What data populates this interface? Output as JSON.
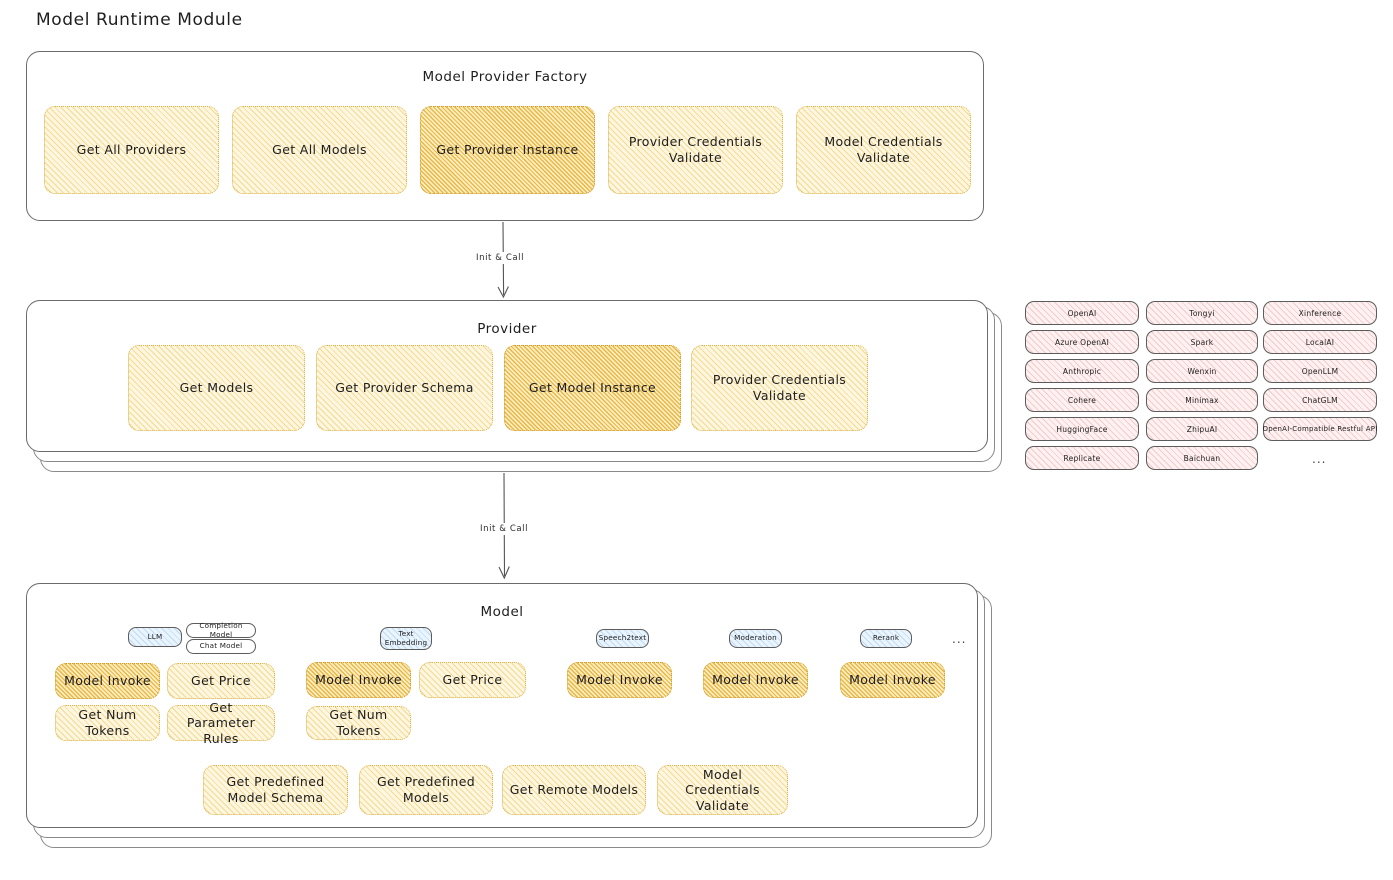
{
  "page": {
    "title": "Model Runtime Module"
  },
  "colors": {
    "node_fill": "#fdf6e0",
    "node_fill_highlight": "#fbeec2",
    "node_stroke": "#d8b24a",
    "provider_chip_fill": "#fdf1f1",
    "badge_blue_fill": "#eaf4fd",
    "card_stroke": "#6b6b6b",
    "text": "#1e1e1e"
  },
  "factory": {
    "title": "Model Provider Factory",
    "nodes": [
      {
        "label": "Get All Providers",
        "highlight": false
      },
      {
        "label": "Get All Models",
        "highlight": false
      },
      {
        "label": "Get Provider Instance",
        "highlight": true
      },
      {
        "label": "Provider Credentials Validate",
        "highlight": false
      },
      {
        "label": "Model Credentials Validate",
        "highlight": false
      }
    ]
  },
  "arrow1": {
    "label": "Init & Call"
  },
  "provider": {
    "title": "Provider",
    "nodes": [
      {
        "label": "Get Models",
        "highlight": false
      },
      {
        "label": "Get Provider Schema",
        "highlight": false
      },
      {
        "label": "Get Model Instance",
        "highlight": true
      },
      {
        "label": "Provider Credentials Validate",
        "highlight": false
      }
    ]
  },
  "arrow2": {
    "label": "Init & Call"
  },
  "provider_list": {
    "columns": [
      [
        "OpenAI",
        "Azure OpenAI",
        "Anthropic",
        "Cohere",
        "HuggingFace",
        "Replicate"
      ],
      [
        "Tongyi",
        "Spark",
        "Wenxin",
        "Minimax",
        "ZhipuAI",
        "Baichuan"
      ],
      [
        "Xinference",
        "LocalAI",
        "OpenLLM",
        "ChatGLM",
        "OpenAI-Compatible Restful API"
      ]
    ],
    "more": "..."
  },
  "model": {
    "title": "Model",
    "more": "...",
    "types": [
      {
        "badge": "LLM",
        "sub_badges": [
          "Completion Model",
          "Chat Model"
        ],
        "nodes": [
          {
            "label": "Model Invoke",
            "highlight": true
          },
          {
            "label": "Get Price",
            "highlight": false
          },
          {
            "label": "Get Num Tokens",
            "highlight": false
          },
          {
            "label": "Get Parameter Rules",
            "highlight": false
          }
        ]
      },
      {
        "badge": "Text Embedding",
        "sub_badges": [],
        "nodes": [
          {
            "label": "Model Invoke",
            "highlight": true
          },
          {
            "label": "Get Price",
            "highlight": false
          },
          {
            "label": "Get Num Tokens",
            "highlight": false
          }
        ]
      },
      {
        "badge": "Speech2text",
        "sub_badges": [],
        "nodes": [
          {
            "label": "Model Invoke",
            "highlight": true
          }
        ]
      },
      {
        "badge": "Moderation",
        "sub_badges": [],
        "nodes": [
          {
            "label": "Model Invoke",
            "highlight": true
          }
        ]
      },
      {
        "badge": "Rerank",
        "sub_badges": [],
        "nodes": [
          {
            "label": "Model Invoke",
            "highlight": true
          }
        ]
      }
    ],
    "common_nodes": [
      {
        "label": "Get Predefined Model Schema"
      },
      {
        "label": "Get Predefined Models"
      },
      {
        "label": "Get Remote Models"
      },
      {
        "label": "Model Credentials Validate"
      }
    ]
  }
}
